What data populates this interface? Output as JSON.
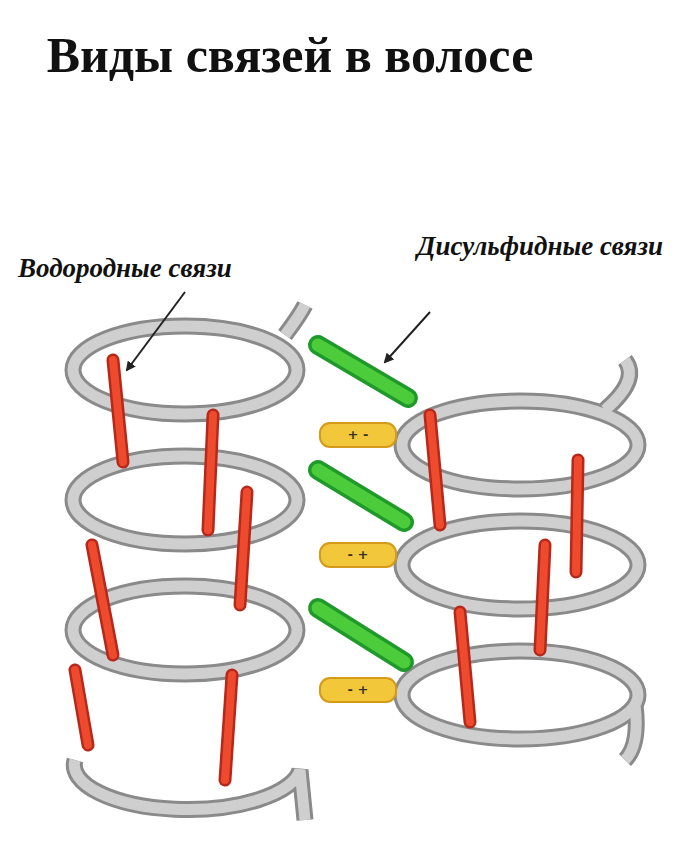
{
  "diagram": {
    "title": "Виды связей в волосе",
    "labels": [
      "Водородные связи",
      "Дисульфидные связи",
      "+ -",
      "- +",
      "- +"
    ]
  }
}
